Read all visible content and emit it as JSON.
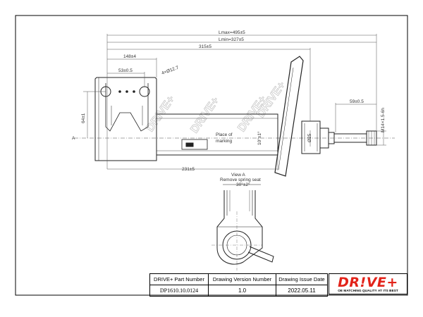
{
  "dimensions": {
    "lmax": "Lmax=495±5",
    "lmin": "Lmin=327±5",
    "l315": "315±5",
    "l148": "148±4",
    "l53": "53±0.5",
    "hole": "4×Ø12.7",
    "l64": "64±1",
    "l59": "59±0.5",
    "thread": "M14×1.5-6h",
    "l231": "231±5",
    "d25": "Ø25",
    "angle": "10°±1°",
    "l30": "30°±2°"
  },
  "notes": {
    "place_of_marking": [
      "Place of",
      "marking"
    ],
    "view_a": "View A",
    "remove_spring_seat": "Remove spring seat",
    "arrow_a": "A"
  },
  "watermark": "DRIVE+",
  "title_block": {
    "headers": [
      "DRIVE+ Part Number",
      "Drawing Version  Number",
      "Drawing Issue Date"
    ],
    "values": [
      "DP1610.10.0124",
      "1.0",
      "2022.05.11"
    ]
  },
  "logo": {
    "text": "DR!VE+",
    "tagline": "OE MATCHING QUALITY AT ITS BEST"
  },
  "colors": {
    "logo_red": "#e2231a",
    "line": "#222222"
  }
}
